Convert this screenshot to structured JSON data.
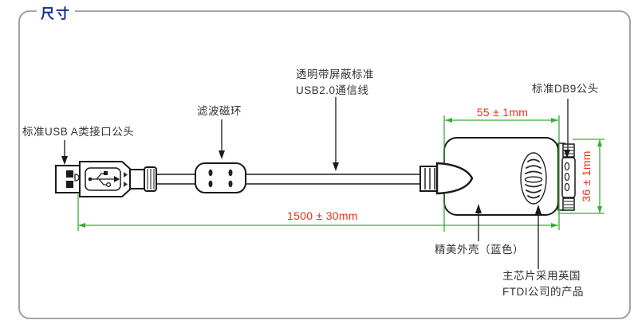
{
  "panel": {
    "title": "尺寸"
  },
  "colors": {
    "title_blue": "#17318f",
    "dimension_line_green": "#3aaa3a",
    "dimension_text_red": "#ee2f10",
    "line_art_black": "#1a1a1a",
    "panel_border_gray": "#999999",
    "label_text_gray": "#333333"
  },
  "callouts": {
    "usb_plug": "标准USB A类接口公头",
    "ferrite_bead": "滤波磁环",
    "cable_line1": "透明带屏蔽标准",
    "cable_line2": "USB2.0通信线",
    "db9_plug": "标准DB9公头",
    "shell": "精美外壳（蓝色）",
    "chip_line1": "主芯片采用英国",
    "chip_line2": "FTDI公司的产品"
  },
  "dimensions": {
    "housing_width": "55 ± 1mm",
    "housing_height": "36 ± 1mm",
    "cable_length": "1500 ± 30mm"
  }
}
